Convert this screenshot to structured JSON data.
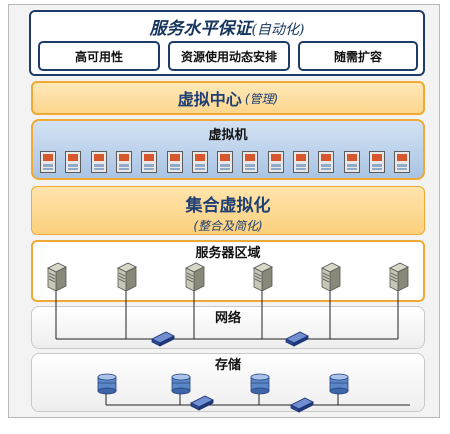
{
  "service_layer": {
    "title": "服务水平保证",
    "title_sub": "(自动化)",
    "boxes": [
      "高可用性",
      "资源使用动态安排",
      "随需扩容"
    ]
  },
  "virtual_center": {
    "title": "虚拟中心",
    "title_sub": "(管理)"
  },
  "vm_layer": {
    "title": "虚拟机",
    "vm_count": 15
  },
  "aggregation": {
    "title": "集合虚拟化",
    "subtitle": "(整合及简化)"
  },
  "server_zone": {
    "title": "服务器区域",
    "server_count": 6
  },
  "network_zone": {
    "title": "网络"
  },
  "storage_zone": {
    "title": "存储",
    "disk_count": 4
  },
  "colors": {
    "navy": "#1e3c6a",
    "orange_border": "#f0a935",
    "orange_fill": "#fbd68d",
    "blue_fill": "#a9c4e4"
  }
}
